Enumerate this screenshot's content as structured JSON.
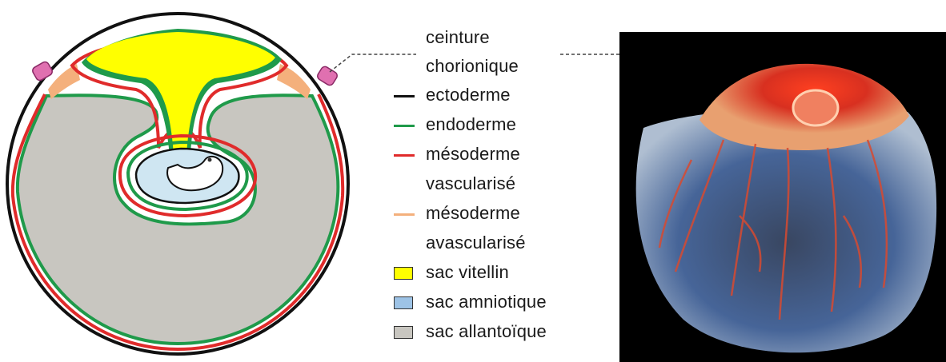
{
  "legend": {
    "callout_line1": "ceinture",
    "callout_line2": "chorionique",
    "ectoderme": "ectoderme",
    "endoderme": "endoderme",
    "meso_vasc_1": "mésoderme",
    "meso_vasc_2": "vascularisé",
    "meso_avasc_1": "mésoderme",
    "meso_avasc_2": "avascularisé",
    "sac_vitellin": "sac vitellin",
    "sac_amniotique": "sac amniotique",
    "sac_allantoique": "sac allantoïque"
  },
  "colors": {
    "ectoderme": "#111111",
    "endoderme": "#1f9a4a",
    "mesoderme_vascularise": "#e02b2b",
    "mesoderme_avascularise": "#f4b07c",
    "sac_vitellin": "#ffff00",
    "sac_amniotique": "#9dc3e6",
    "sac_allantoique": "#c8c6c0",
    "ceinture": "#e070b0"
  }
}
